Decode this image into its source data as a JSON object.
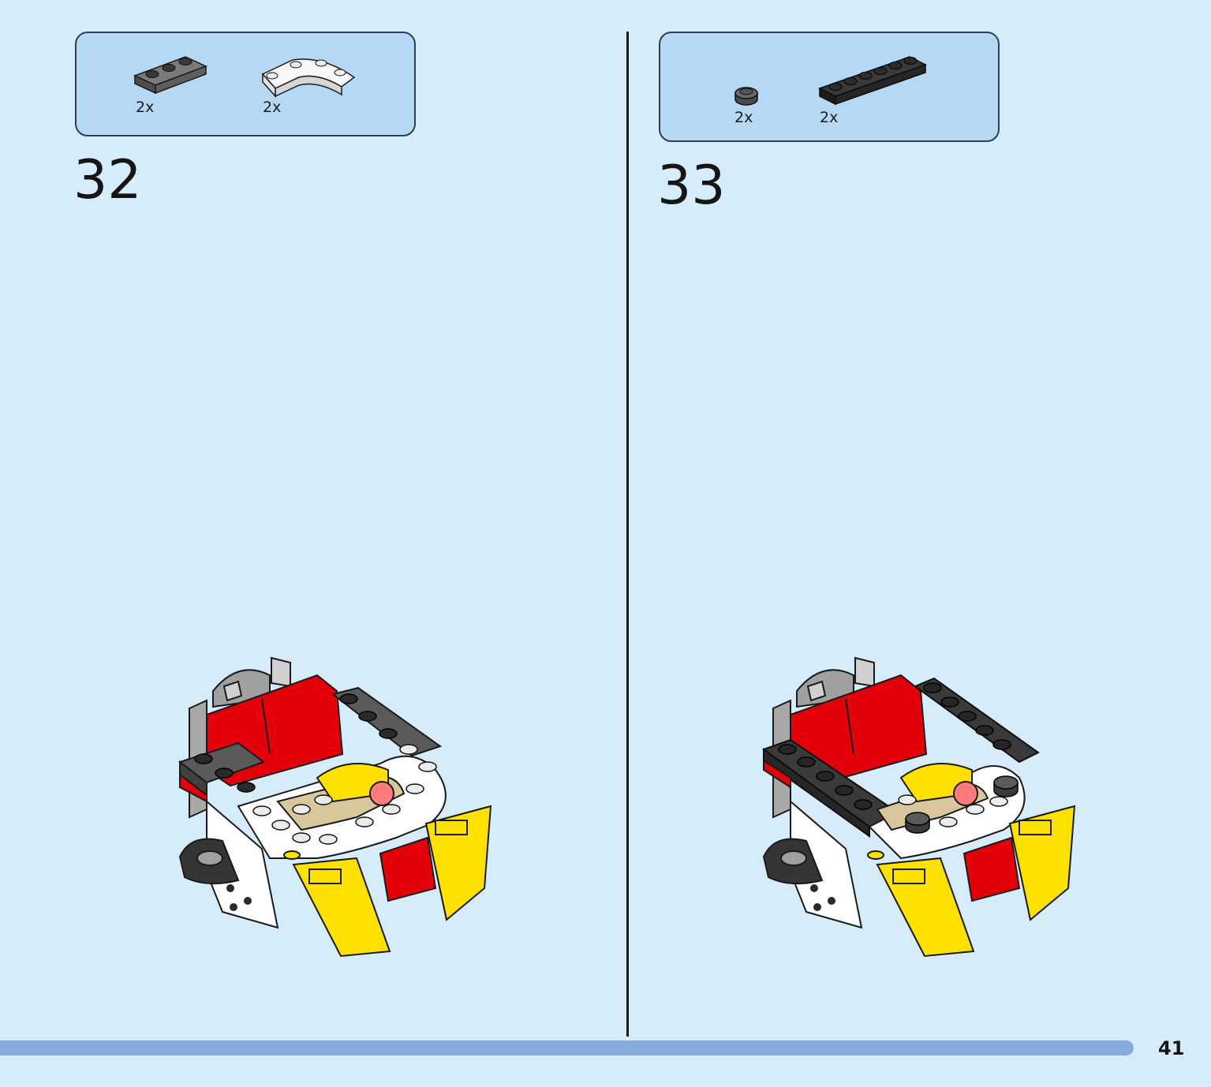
{
  "page": {
    "number": "41",
    "background_color": "#d6ecfb",
    "parts_box_color": "#b5d9f5",
    "progress_color": "#86aadd"
  },
  "steps": [
    {
      "number": "32",
      "parts": [
        {
          "name": "dark-gray-plate-1x3",
          "color": "#6b6b6b",
          "qty": "2x"
        },
        {
          "name": "white-curved-plate",
          "color": "#f2f2f2",
          "qty": "2x"
        }
      ]
    },
    {
      "number": "33",
      "parts": [
        {
          "name": "dark-gray-round-plate-1x1",
          "color": "#5a5a5a",
          "qty": "2x"
        },
        {
          "name": "black-plate-1x6",
          "color": "#2e2e2e",
          "qty": "2x"
        }
      ]
    }
  ],
  "model_colors": {
    "red": "#e3000b",
    "yellow": "#ffe100",
    "white": "#ffffff",
    "dark_gray": "#585858",
    "light_gray": "#a0a0a0",
    "black": "#2a2a2a",
    "tan": "#d8c79a",
    "trans_red": "#ff7a7a"
  }
}
